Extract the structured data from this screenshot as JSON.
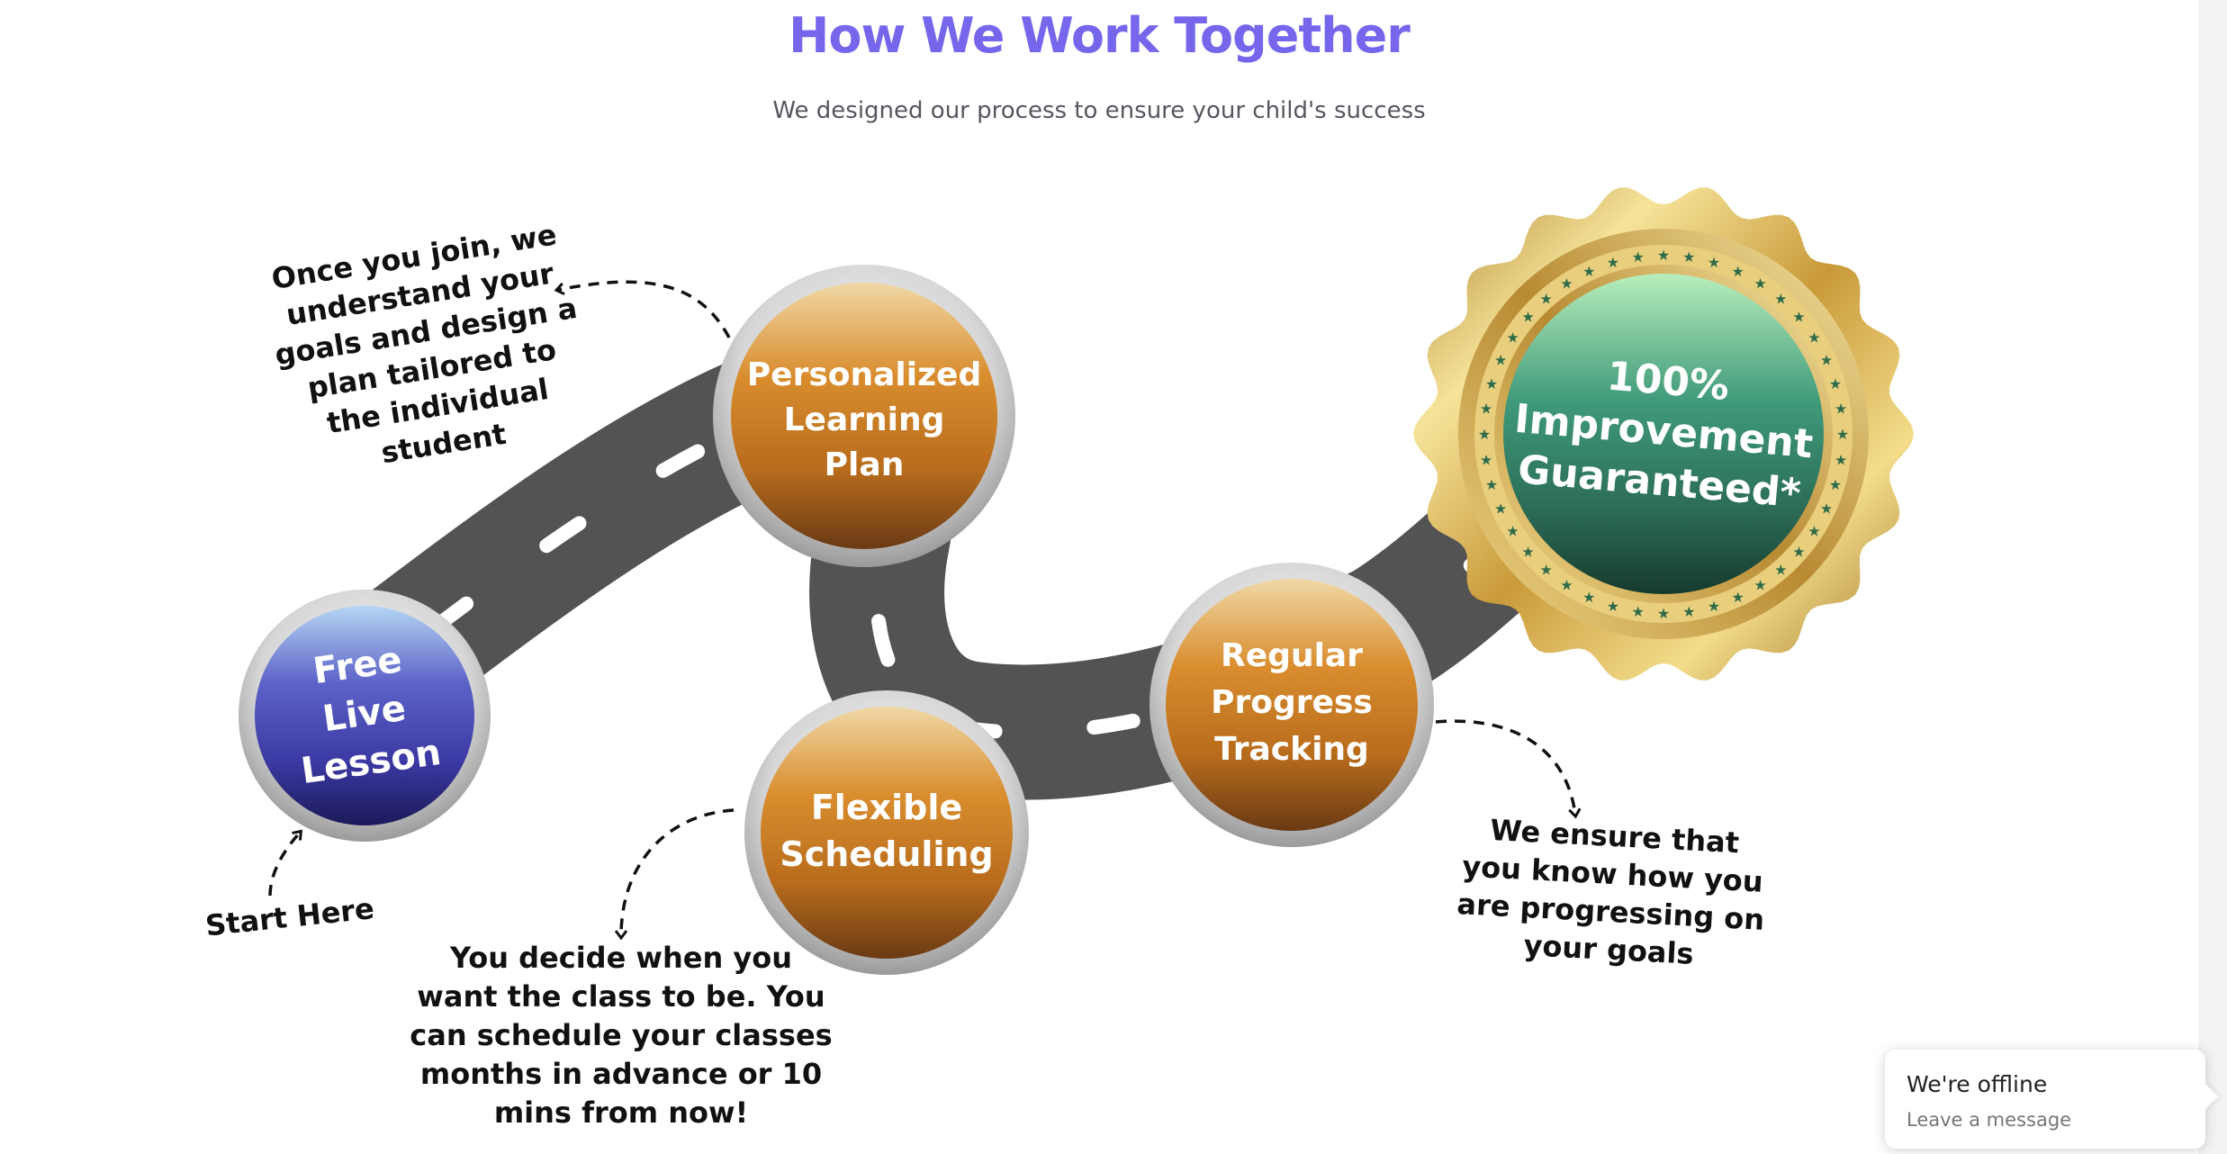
{
  "header": {
    "title": "How We Work Together",
    "subtitle": "We designed our process to ensure your child's success"
  },
  "steps": {
    "free_live_lesson": [
      "Free",
      "Live",
      "Lesson"
    ],
    "personalized_plan": [
      "Personalized",
      "Learning",
      "Plan"
    ],
    "flexible_scheduling": [
      "Flexible",
      "Scheduling"
    ],
    "progress_tracking": [
      "Regular",
      "Progress",
      "Tracking"
    ]
  },
  "badge": {
    "lines": [
      "100%",
      "Improvement",
      "Guaranteed*"
    ]
  },
  "notes": {
    "start_here": "Start Here",
    "personalized_plan": [
      "Once you join, we",
      "understand your",
      "goals and design a",
      "plan tailored to",
      "the individual",
      "student"
    ],
    "flexible_scheduling": [
      "You decide when you",
      "want the class to be. You",
      "can schedule your classes",
      "months in advance or 10",
      "mins from now!"
    ],
    "progress_tracking": [
      "We ensure that",
      "you know how you",
      "are progressing on",
      "your goals"
    ]
  },
  "chat": {
    "status": "We're offline",
    "action": "Leave a message"
  },
  "colors": {
    "title": "#7566ec",
    "road": "#535353",
    "orange_node": "#c97a22",
    "blue_node": "#4a4ab0",
    "badge_green": "#2f7a60",
    "badge_gold": "#d9b65a"
  }
}
